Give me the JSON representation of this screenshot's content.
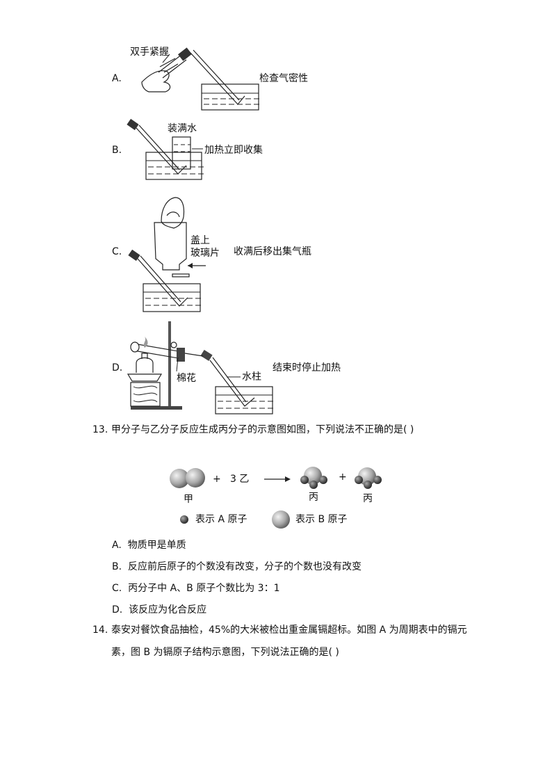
{
  "apparatus": {
    "A": {
      "letter": "A.",
      "hand_label": "双手紧握",
      "side_label": "检查气密性"
    },
    "B": {
      "letter": "B.",
      "top_label": "装满水",
      "side_label": "加热立即收集"
    },
    "C": {
      "letter": "C.",
      "cover_label_1": "盖上",
      "cover_label_2": "玻璃片",
      "side_label": "收满后移出集气瓶"
    },
    "D": {
      "letter": "D.",
      "cotton_label": "棉花",
      "water_label": "水柱",
      "side_label": "结束时停止加热"
    }
  },
  "q13": {
    "number": "13.",
    "stem": "甲分子与乙分子反应生成丙分子的示意图如图，下列说法不正确的是(    )",
    "diagram": {
      "plus_1": "+",
      "coef_b": "3 乙",
      "plus_2": "+",
      "label_a": "甲",
      "label_c1": "丙",
      "label_c2": "丙",
      "legend_a": "表示 A 原子",
      "legend_b": "表示 B 原子"
    },
    "options": [
      {
        "letter": "A.",
        "text": "物质甲是单质"
      },
      {
        "letter": "B.",
        "text": "反应前后原子的个数没有改变，分子的个数也没有改变"
      },
      {
        "letter": "C.",
        "text": "丙分子中 A、B 原子个数比为 3：1"
      },
      {
        "letter": "D.",
        "text": "该反应为化合反应"
      }
    ]
  },
  "q14": {
    "number": "14.",
    "line1": "泰安对餐饮食品抽检，45%的大米被检出重金属镉超标。如图 A 为周期表中的镉元",
    "line2": "素，图 B 为镉原子结构示意图，下列说法正确的是(    )"
  }
}
